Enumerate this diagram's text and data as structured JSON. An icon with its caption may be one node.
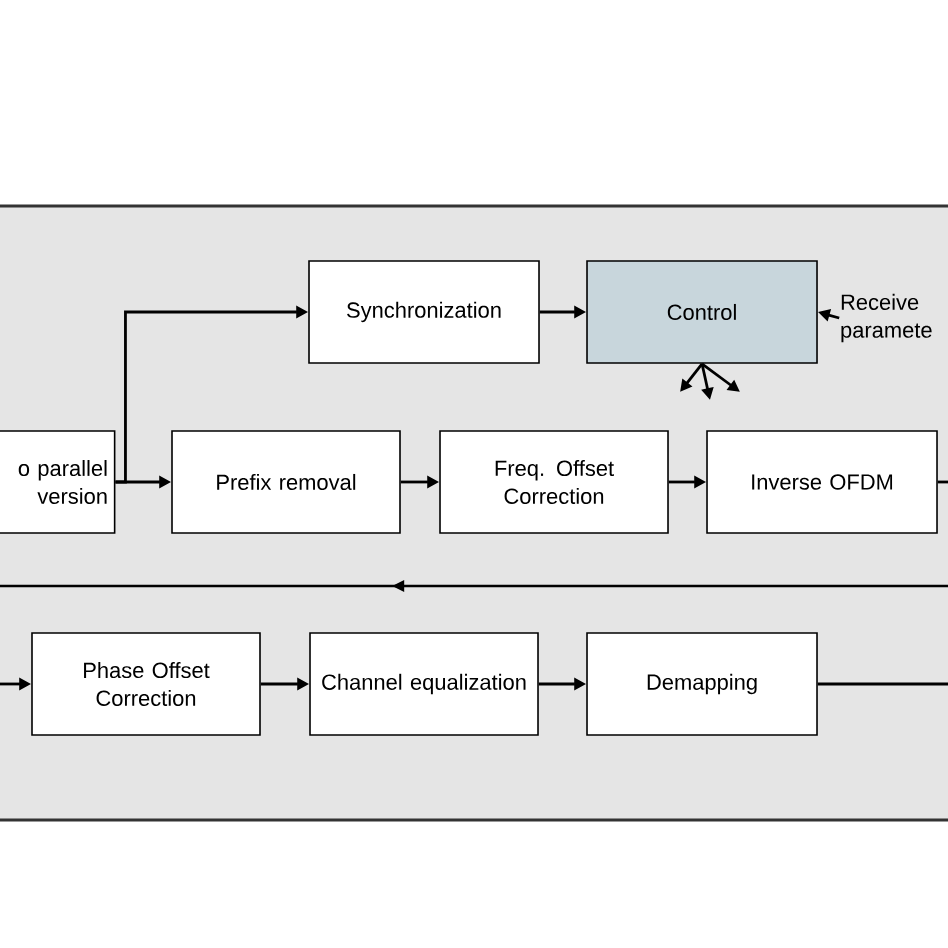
{
  "diagram": {
    "nodes": [
      {
        "text": [
          "Synchronization"
        ]
      },
      {
        "text": [
          "Control"
        ]
      },
      {
        "text": [
          "Receive paramete"
        ]
      },
      {
        "text": [
          "o parallel version"
        ]
      },
      {
        "text": [
          "Prefix removal"
        ]
      },
      {
        "text": [
          "Freq. Offset Correction"
        ]
      },
      {
        "text": [
          "Inverse OFDM"
        ]
      },
      {
        "text": [
          "Phase Offset Correction"
        ]
      },
      {
        "text": [
          "Channel equalization"
        ]
      },
      {
        "text": [
          "Demapping"
        ]
      }
    ],
    "edges": [
      {
        "from": 3,
        "to": 4,
        "arrow": "to"
      },
      {
        "from": 3,
        "to": 0,
        "arrow": "to"
      },
      {
        "from": 0,
        "to": 1,
        "arrow": "to"
      },
      {
        "from": 2,
        "to": 1,
        "arrow": "to"
      },
      {
        "from": 4,
        "to": 5,
        "arrow": "to"
      },
      {
        "from": 5,
        "to": 6,
        "arrow": "to"
      },
      {
        "from": 6,
        "to": null,
        "arrow": "none"
      },
      {
        "from": null,
        "to": 7,
        "arrow": "to"
      },
      {
        "from": 7,
        "to": 8,
        "arrow": "to"
      },
      {
        "from": 8,
        "to": 9,
        "arrow": "to"
      },
      {
        "from": 9,
        "to": null,
        "arrow": "none"
      },
      {
        "from": 1,
        "to": null,
        "arrow": "to"
      },
      {
        "from": 1,
        "to": null,
        "arrow": "to"
      },
      {
        "from": 1,
        "to": null,
        "arrow": "to"
      }
    ]
  }
}
